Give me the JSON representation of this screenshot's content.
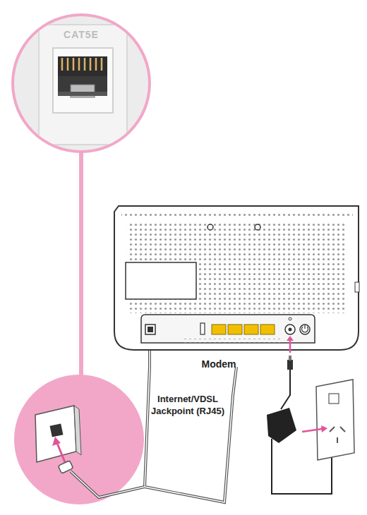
{
  "diagram": {
    "labels": [
      "CAT5E",
      "Modem",
      "Internet/VDSL Jackpoint (RJ45)"
    ]
  }
}
